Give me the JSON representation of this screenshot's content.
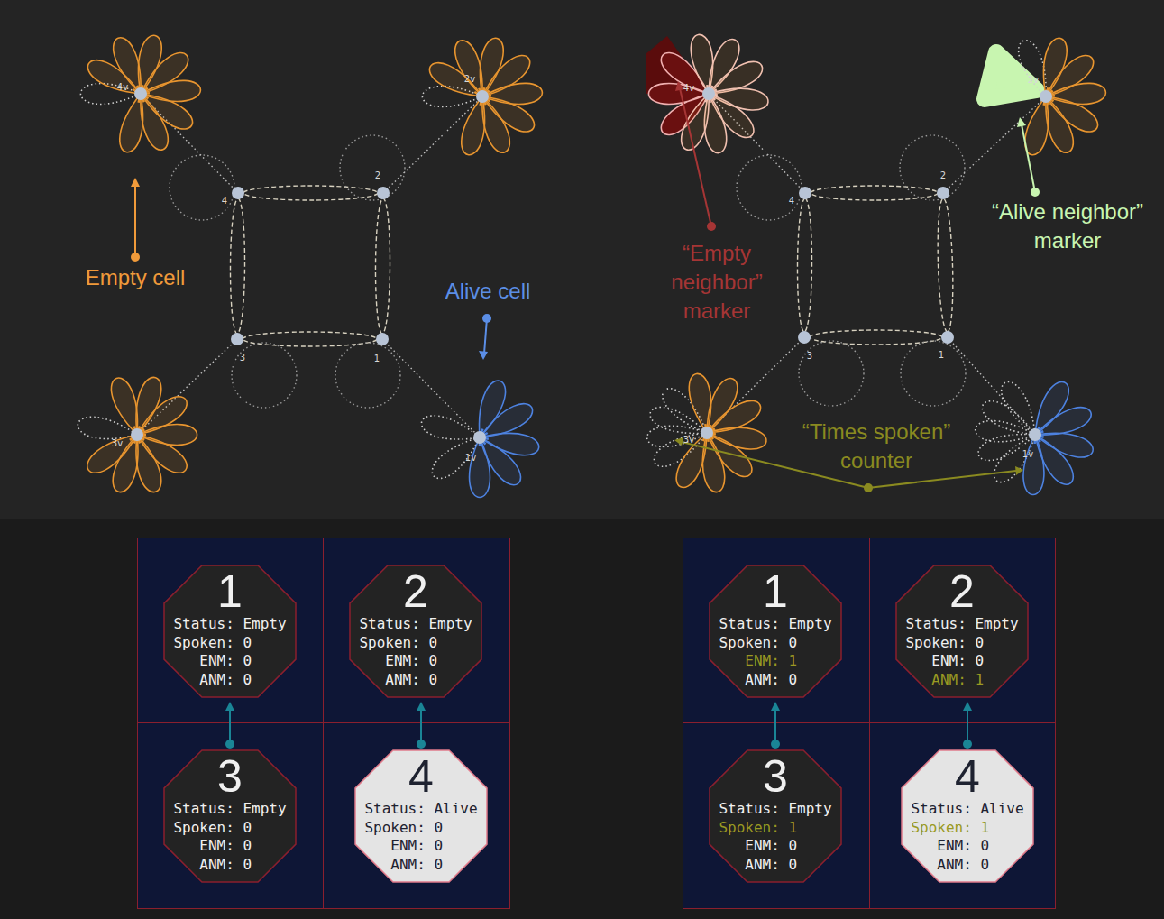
{
  "diagram": {
    "nodes": [
      {
        "text": [
          "1",
          "Status: Empty",
          "Spoken: 0",
          "ENM: 0",
          "ANM: 0"
        ]
      },
      {
        "text": [
          "2",
          "Status: Empty",
          "Spoken: 0",
          "ENM: 0",
          "ANM: 0"
        ]
      },
      {
        "text": [
          "3",
          "Status: Empty",
          "Spoken: 0",
          "ENM: 0",
          "ANM: 0"
        ]
      },
      {
        "text": [
          "4",
          "Status: Alive",
          "Spoken: 0",
          "ENM: 0",
          "ANM: 0"
        ]
      },
      {
        "text": [
          "1",
          "Status: Empty",
          "Spoken: 0",
          "ENM: 1",
          "ANM: 0"
        ]
      },
      {
        "text": [
          "2",
          "Status: Empty",
          "Spoken: 0",
          "ENM: 0",
          "ANM: 1"
        ]
      },
      {
        "text": [
          "3",
          "Status: Empty",
          "Spoken: 1",
          "ENM: 0",
          "ANM: 0"
        ]
      },
      {
        "text": [
          "4",
          "Status: Alive",
          "Spoken: 1",
          "ENM: 0",
          "ANM: 0"
        ]
      }
    ],
    "edges": [
      {
        "from": 2,
        "to": 0,
        "arrow": "to"
      },
      {
        "from": 3,
        "to": 1,
        "arrow": "to"
      },
      {
        "from": 6,
        "to": 4,
        "arrow": "to"
      },
      {
        "from": 7,
        "to": 5,
        "arrow": "to"
      }
    ],
    "labels": [
      "4v",
      "2v",
      "4",
      "2",
      "3",
      "1",
      "3v",
      "1v",
      "Empty cell",
      "Alive cell",
      "4v",
      "2v",
      "4",
      "2",
      "3",
      "1",
      "3v",
      "1v",
      "“Empty neighbor” marker",
      "“Alive neighbor” marker",
      "“Times spoken” counter"
    ]
  }
}
